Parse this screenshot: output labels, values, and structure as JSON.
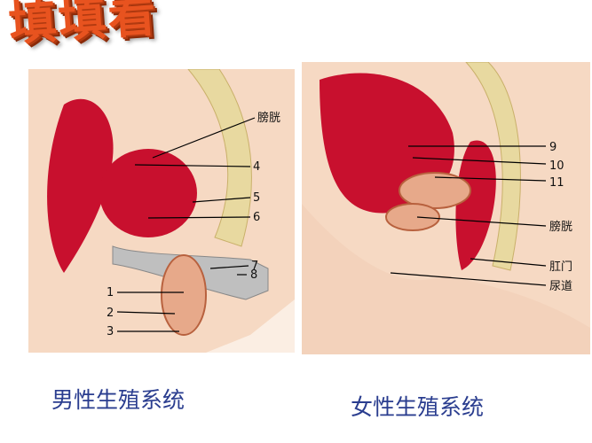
{
  "title": "填填看",
  "male": {
    "caption": "男性生殖系统",
    "labels": {
      "bladder": "膀胱",
      "n4": "4",
      "n5": "5",
      "n6": "6",
      "n7": "7",
      "n8": "8",
      "n1": "1",
      "n2": "2",
      "n3": "3"
    }
  },
  "female": {
    "caption": "女性生殖系统",
    "labels": {
      "n9": "9",
      "n10": "10",
      "n11": "11",
      "bladder": "膀胱",
      "anus": "肛门",
      "urethra": "尿道"
    }
  },
  "colors": {
    "title": "#e8531f",
    "caption": "#2a3d8f",
    "tissue_red": "#c8102e",
    "skin": "#f6d9c3",
    "bone": "#e8d9a0"
  }
}
